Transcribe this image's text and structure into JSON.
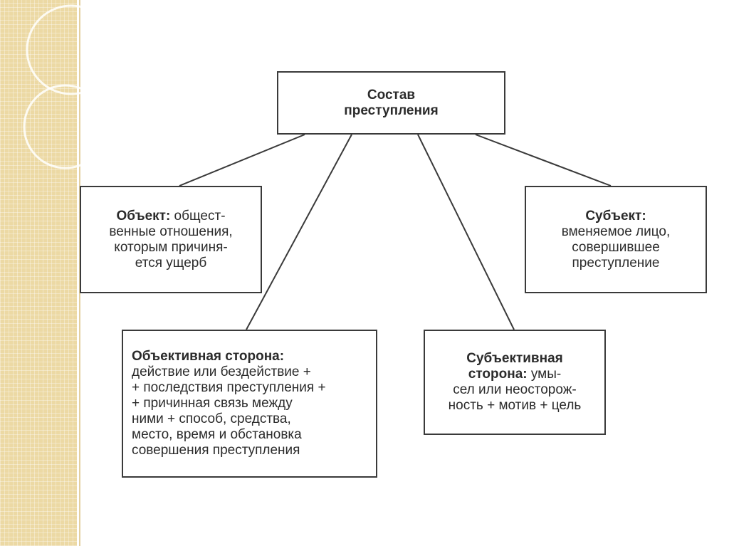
{
  "diagram": {
    "root": {
      "lines": [
        "Состав",
        "преступления"
      ]
    },
    "object": {
      "title": "Объект:",
      "first_rest": " общест-",
      "lines": [
        "венные отношения,",
        "которым причиня-",
        "ется ущерб"
      ]
    },
    "subject": {
      "title": "Субъект:",
      "lines": [
        "вменяемое лицо,",
        "совершившее",
        "преступление"
      ]
    },
    "objective_side": {
      "title": "Объективная сторона:",
      "lines": [
        "действие или бездействие +",
        "+ последствия преступления +",
        "+ причинная связь между",
        "ними + способ, средства,",
        "место, время и обстановка",
        "совершения преступления"
      ]
    },
    "subjective_side": {
      "title": "Субъективная",
      "title2": "сторона:",
      "second_rest": " умы-",
      "lines": [
        "сел или неосторож-",
        "ность + мотив + цель"
      ]
    }
  },
  "colors": {
    "side_strip": "#ecd9a4",
    "border": "#3a3a3a",
    "text": "#2b2b2b"
  }
}
